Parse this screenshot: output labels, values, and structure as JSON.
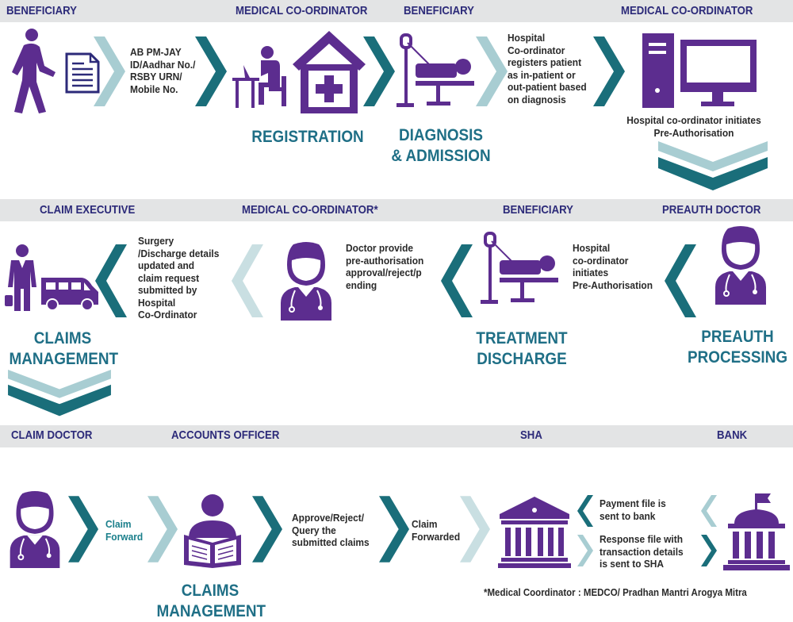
{
  "roles": {
    "r1_beneficiary_1": "BENEFICIARY",
    "r1_medco_1": "MEDICAL CO-ORDINATOR",
    "r1_beneficiary_2": "BENEFICIARY",
    "r1_medco_2": "MEDICAL CO-ORDINATOR",
    "r2_claim_exec": "CLAIM EXECUTIVE",
    "r2_medco": "MEDICAL CO-ORDINATOR*",
    "r2_beneficiary": "BENEFICIARY",
    "r2_preauth_doctor": "PREAUTH DOCTOR",
    "r3_claim_doctor": "CLAIM DOCTOR",
    "r3_accounts": "ACCOUNTS OFFICER",
    "r3_sha": "SHA",
    "r3_bank": "BANK"
  },
  "descriptions": {
    "id_docs": "AB PM-JAY\nID/Aadhar No./\nRSBY URN/\nMobile No.",
    "registers": "Hospital\nCo-ordinator\nregisters patient\nas in-patient or\nout-patient based\non diagnosis",
    "initiates_top": "Hospital co-ordinator initiates\nPre-Authorisation",
    "initiates_mid": "Hospital\nco-ordinator\ninitiates\nPre-Authorisation",
    "doctor_provide": "Doctor provide\npre-authorisation\napproval/reject/p\nending",
    "surgery": "Surgery\n/Discharge details\nupdated and\nclaim request\nsubmitted by\nHospital\nCo-Ordinator",
    "claim_forward": "Claim\nForward",
    "approve": "Approve/Reject/\nQuery the\nsubmitted claims",
    "claim_forwarded": "Claim\nForwarded",
    "payment_file": "Payment file is\nsent to bank",
    "response_file": "Response file with\ntransaction details\nis sent to SHA"
  },
  "stages": {
    "registration": "REGISTRATION",
    "diagnosis": "DIAGNOSIS\n& ADMISSION",
    "preauth": "PREAUTH\nPROCESSING",
    "treatment": "TREATMENT\nDISCHARGE",
    "claims_mid": "CLAIMS\nMANAGEMENT",
    "claims_bottom": "CLAIMS\nMANAGEMENT"
  },
  "footnote": "*Medical Coordinator : MEDCO/ Pradhan Mantri Arogya Mitra",
  "icons": [
    "walking-person-icon",
    "document-icon",
    "computer-user-icon",
    "hospital-house-icon",
    "patient-bed-icon",
    "desktop-computer-icon",
    "doctor-icon",
    "businessman-icon",
    "ambulance-van-icon",
    "reader-icon",
    "bank-building-icon"
  ],
  "colors": {
    "purple": "#5c2d8f",
    "teal_dark": "#1a6e7a",
    "teal_light": "#a8cdd2",
    "navy": "#2c2a79",
    "band": "#e3e4e5"
  }
}
